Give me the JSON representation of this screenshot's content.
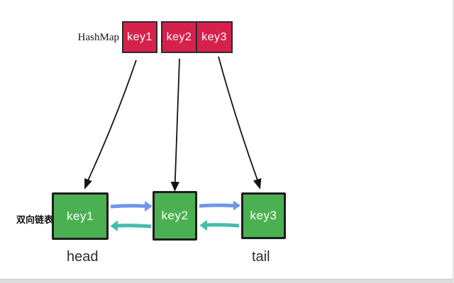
{
  "hashmap": {
    "label": "HashMap",
    "keys": [
      "key1",
      "key2",
      "key3"
    ]
  },
  "linked_list": {
    "label": "双向链表",
    "nodes": [
      "key1",
      "key2",
      "key3"
    ],
    "head_label": "head",
    "tail_label": "tail"
  },
  "icons": {
    "map_pointer": "black-down-arrow",
    "next_pointer": "blue-right-arrow",
    "prev_pointer": "teal-left-arrow"
  },
  "colors": {
    "hashmap_box": "#d6214d",
    "list_node": "#4bb052",
    "next_pointer": "#6e96e8",
    "prev_pointer": "#45bcae",
    "map_pointer": "#141414",
    "node_text": "#ffffff",
    "bottom_bar": "#dcdcdc"
  }
}
